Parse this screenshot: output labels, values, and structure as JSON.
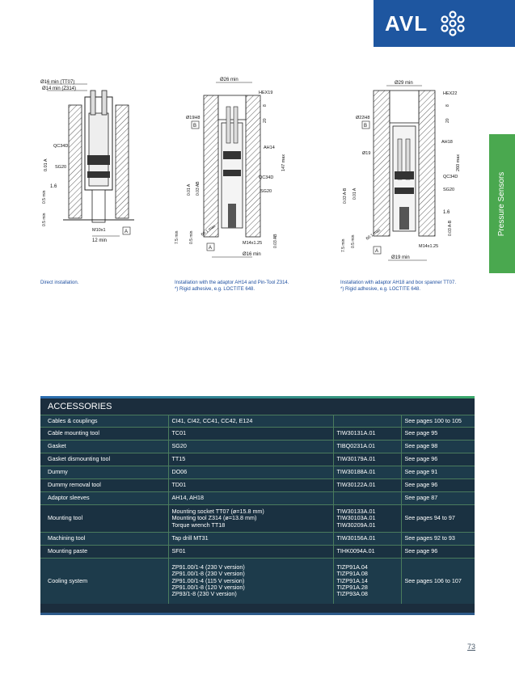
{
  "brand": {
    "name": "AVL"
  },
  "side_tab": {
    "label": "Pressure Sensors"
  },
  "drawings": {
    "d1": {
      "dims": [
        "Ø16 min (TT07)",
        "Ø14 min (Z314)",
        "QC34D",
        "SG20",
        "0.01 A",
        "1.6",
        "0.5 min",
        "0.5 min",
        "M10x1",
        "12 min",
        "A"
      ]
    },
    "d2": {
      "dims": [
        "Ø26 min",
        "HEX19",
        "Ø19H8",
        "B",
        "8",
        "20",
        "147 max",
        "AH14",
        "QC34D",
        "SG20",
        "0.01 A",
        "0.03 AB",
        "7.5 min",
        "0.5 min",
        "60.1 max",
        "M14x1.25",
        "0.03 AB",
        "Ø16 min",
        "A"
      ]
    },
    "d3": {
      "dims": [
        "Ø29 min",
        "HEX22",
        "Ø22H8",
        "B",
        "8",
        "20",
        "Ø19",
        "AH18",
        "260 max",
        "QC34D",
        "0.03 A-B",
        "0.01 A",
        "SG20",
        "1.6",
        "0.03 A-B",
        "7.5 min",
        "0.5 min",
        "60.1 max",
        "M14x1.25",
        "Ø19 min",
        "A"
      ]
    }
  },
  "captions": {
    "c1": "Direct installation.",
    "c2_line1": "Installation with the adaptor AH14 and Pin-Tool Z314.",
    "c2_line2": "*) Rigid adhesive, e.g. LOCTITE 648.",
    "c3_line1": "Installation with adaptor AH18 and box spanner TT07.",
    "c3_line2": "*) Rigid adhesive, e.g. LOCTITE 648."
  },
  "accessories": {
    "title": "ACCESSORIES",
    "rows": [
      {
        "name": "Cables & couplings",
        "item": [
          "CI41, CI42, CC41, CC42, E124"
        ],
        "code": [
          ""
        ],
        "ref": "See pages 100 to 105"
      },
      {
        "name": "Cable mounting tool",
        "item": [
          "TC01"
        ],
        "code": [
          "TIW30131A.01"
        ],
        "ref": "See page 95"
      },
      {
        "name": "Gasket",
        "item": [
          "SG20"
        ],
        "code": [
          "TIBQ0231A.01"
        ],
        "ref": "See page 98"
      },
      {
        "name": "Gasket dismounting tool",
        "item": [
          "TT15"
        ],
        "code": [
          "TIW30179A.01"
        ],
        "ref": "See page 96"
      },
      {
        "name": "Dummy",
        "item": [
          "DO06"
        ],
        "code": [
          "TIW30188A.01"
        ],
        "ref": "See page 91"
      },
      {
        "name": "Dummy removal tool",
        "item": [
          "TD01"
        ],
        "code": [
          "TIW30122A.01"
        ],
        "ref": "See page 96"
      },
      {
        "name": "Adaptor sleeves",
        "item": [
          "AH14, AH18"
        ],
        "code": [
          ""
        ],
        "ref": "See page 87"
      },
      {
        "name": "Mounting tool",
        "item": [
          "Mounting socket TT07 (ø=15.8 mm)",
          "Mounting tool Z314 (ø=13.8 mm)",
          "Torque wrench TT18"
        ],
        "code": [
          "TIW30133A.01",
          "TIW30103A.01",
          "TIW30209A.01"
        ],
        "ref": "See pages 94 to 97"
      },
      {
        "name": "Machining tool",
        "item": [
          "Tap drill MT31"
        ],
        "code": [
          "TIW30156A.01"
        ],
        "ref": "See pages 92 to 93"
      },
      {
        "name": "Mounting paste",
        "item": [
          "SF01"
        ],
        "code": [
          "TIHK0094A.01"
        ],
        "ref": "See page 96"
      },
      {
        "name": "Cooling system",
        "item": [
          "ZP91.00/1-4 (230 V version)",
          "ZP91.00/1-8 (230 V version)",
          "ZP91.00/1-4 (115 V version)",
          "ZP91.00/1-8 (120 V version)",
          "ZP93/1-8 (230 V version)"
        ],
        "code": [
          "TIZP91A.04",
          "TIZP91A.08",
          "TIZP91A.14",
          "TIZP91A.28",
          "TIZP93A.08"
        ],
        "ref": "See pages 106 to 107"
      }
    ]
  },
  "page_number": "73",
  "colors": {
    "brand_blue": "#1e56a0",
    "tab_green": "#4aa84f",
    "table_bg": "#1b2d3d",
    "caption_blue": "#1e4fa0"
  }
}
